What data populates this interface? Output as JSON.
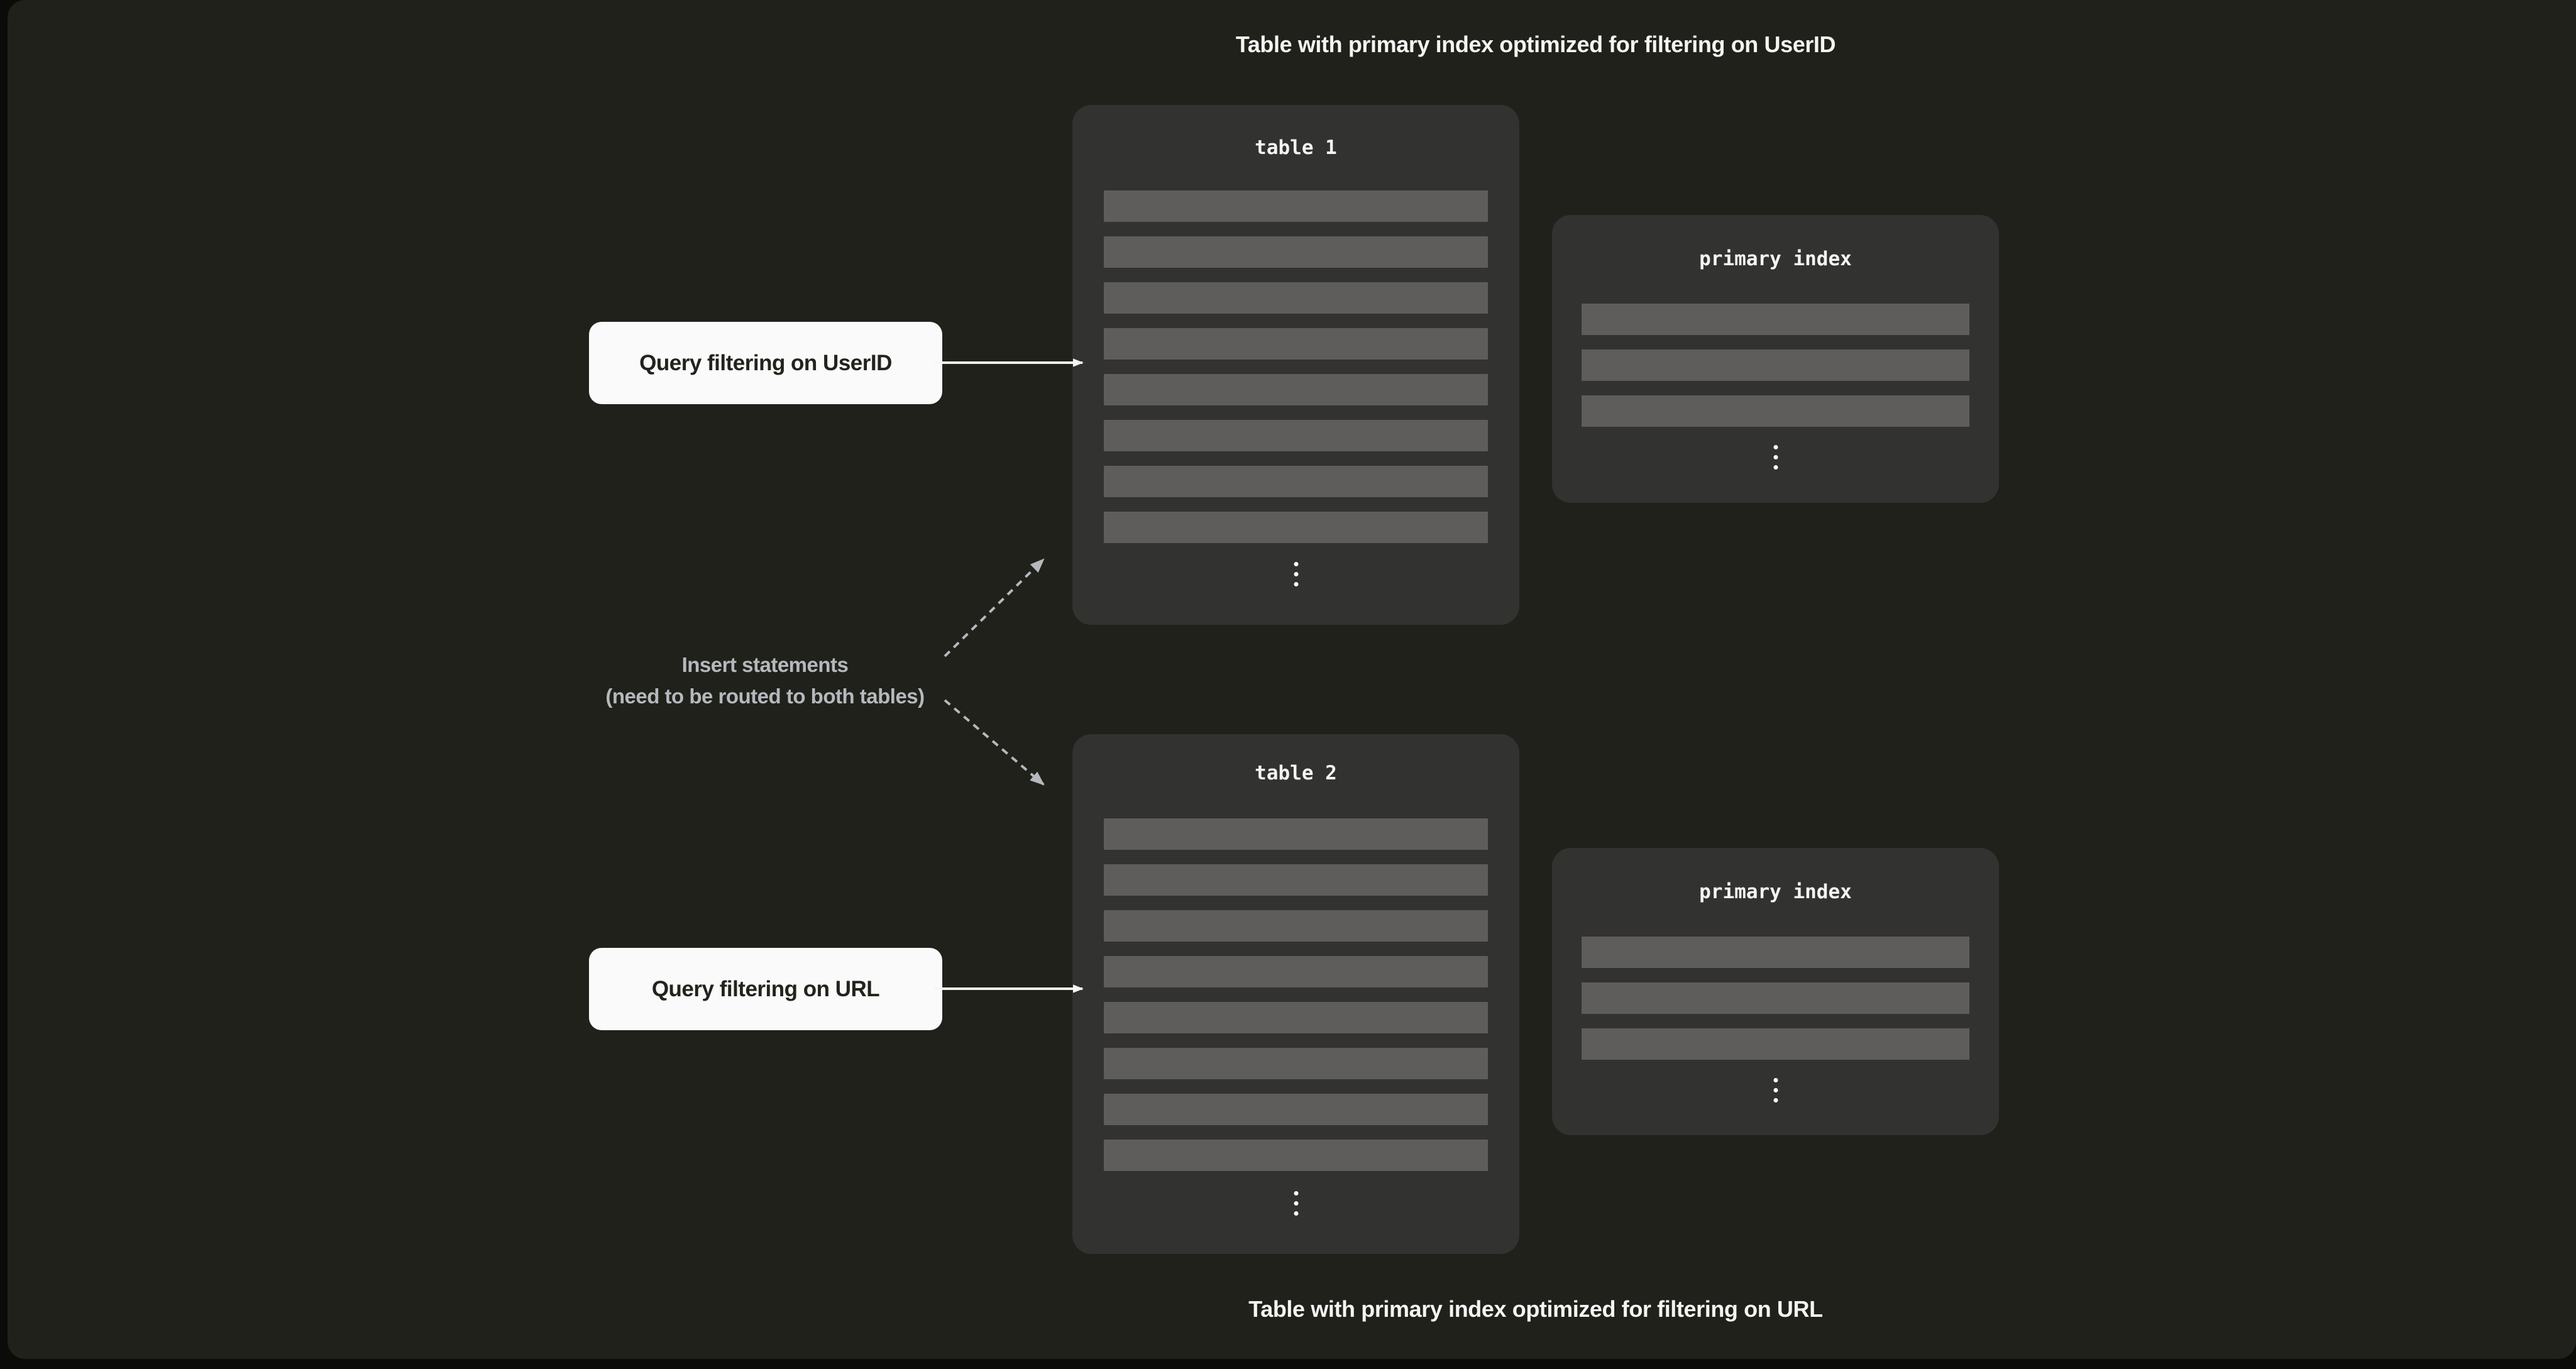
{
  "colors": {
    "page_background": "#0b0b09",
    "surface_background": "#20211b",
    "box_fill": "#323231",
    "record_row_fill": "#5e5d5b",
    "caption_text": "#f4f4f2",
    "query_label_background": "#fafafa",
    "query_label_text": "#23221c",
    "muted_annotation_text": "#b5b9bd",
    "solid_arrow": "#f5f5f5",
    "dashed_arrow": "#b5b9bd"
  },
  "captions": {
    "top": "Table with primary index optimized for filtering on UserID",
    "bottom": "Table with primary index optimized for filtering on URL"
  },
  "diagram": {
    "table1": {
      "title": "table 1",
      "row_count": 8
    },
    "table2": {
      "title": "table 2",
      "row_count": 8
    },
    "index1": {
      "title": "primary index",
      "row_count": 3
    },
    "index2": {
      "title": "primary index",
      "row_count": 3
    }
  },
  "annotations": {
    "query_userid": "Query filtering on UserID",
    "query_url": "Query filtering on URL",
    "insert_line1": "Insert statements",
    "insert_line2": "(need to be routed to both tables)"
  },
  "icons": {
    "vertical_ellipsis": "vertical-ellipsis-icon",
    "arrow_right": "arrow-right-icon",
    "dashed_arrow": "dashed-arrow-icon"
  }
}
